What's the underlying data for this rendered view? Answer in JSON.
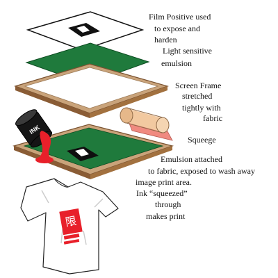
{
  "labels": {
    "film": [
      "Film Positive used",
      "to expose and",
      "harden"
    ],
    "emulsion": [
      "Light sensitive",
      "emulsion"
    ],
    "frame": [
      "Screen Frame",
      "stretched",
      "tightly with",
      "fabric"
    ],
    "squeege": [
      "Squeege"
    ],
    "attached": [
      "Emulsion attached",
      "to fabric, exposed to wash away",
      "image print area."
    ],
    "ink": [
      "Ink “squeezed”",
      "through",
      "makes print"
    ]
  },
  "art": {
    "ink_can_text": "INK",
    "print_glyph": "限"
  },
  "colors": {
    "wood": "#c9a37a",
    "wood_dark": "#7a5230",
    "emulsion_green": "#1f7a3c",
    "ink_red": "#e8202a",
    "squeegee_tan": "#f2c9a0",
    "squeegee_pink": "#f08a80"
  }
}
